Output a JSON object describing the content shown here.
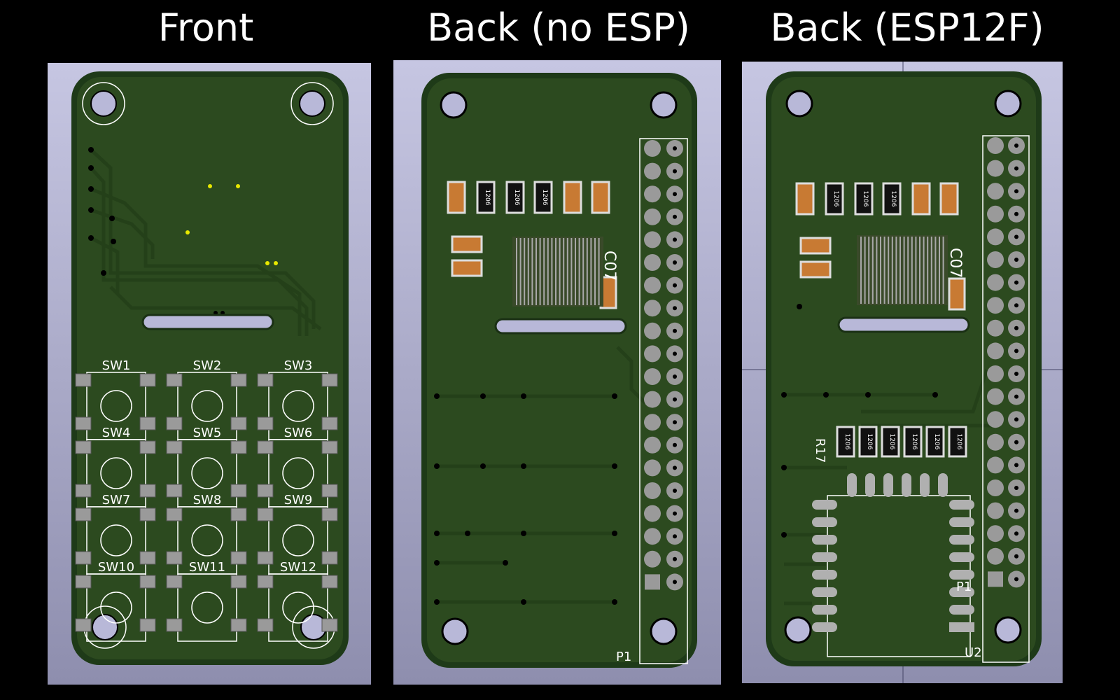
{
  "panels": [
    {
      "title": "Front"
    },
    {
      "title": "Back (no ESP)"
    },
    {
      "title": "Back (ESP12F)"
    }
  ],
  "front": {
    "switches": [
      "SW1",
      "SW2",
      "SW3",
      "SW4",
      "SW5",
      "SW6",
      "SW7",
      "SW8",
      "SW9",
      "SW10",
      "SW11",
      "SW12"
    ]
  },
  "back_no_esp": {
    "header_label": "P1",
    "resistor_marking": "1206",
    "silk_label": "C07"
  },
  "back_esp": {
    "header_label": "P1",
    "module_label": "U2",
    "resistor_label": "R17",
    "resistor_marking": "1206",
    "silk_label": "C07"
  },
  "colors": {
    "background": "#000000",
    "board": "#2c4a1f",
    "board_edge": "#1e3a18",
    "pad": "#9a9a9a",
    "silkscreen": "#ffffff",
    "capacitor": "#c87a33",
    "plate": "#b8b8d8"
  }
}
